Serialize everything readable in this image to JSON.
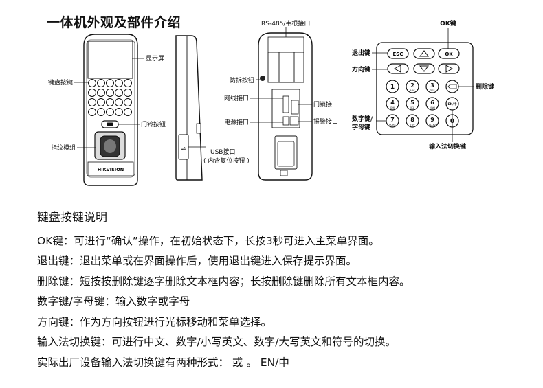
{
  "header": {
    "title": "一体机外观及部件介绍"
  },
  "labels": {
    "display": "显示屏",
    "keypad": "键盘按键",
    "doorbell": "门铃按钮",
    "fingerprint": "指纹模组",
    "brand": "HIKVISION",
    "usb_line1": "USB接口",
    "usb_line2": "( 内含复位按钮 )",
    "rs485": "RS-485/韦根接口",
    "tamper": "防拆按钮",
    "network": "网线接口",
    "power": "电源接口",
    "doorlock": "门锁接口",
    "alarm": "报警接口",
    "ok_key": "OK键",
    "exit_key": "退出键",
    "direction_key": "方向键",
    "delete_key": "删除键",
    "number_key_line1": "数字键/",
    "number_key_line2": "字母键",
    "ime_key": "输入法切换键"
  },
  "keypad": {
    "esc": "ESC",
    "ok": "OK",
    "keys": [
      {
        "num": "1",
        "sub": ""
      },
      {
        "num": "2",
        "sub": "ABC"
      },
      {
        "num": "3",
        "sub": "DEF"
      },
      {
        "num": "4",
        "sub": "GHI"
      },
      {
        "num": "5",
        "sub": "JKL"
      },
      {
        "num": "6",
        "sub": "MNO"
      },
      {
        "num": "7",
        "sub": "PQRS"
      },
      {
        "num": "8",
        "sub": "TUV"
      },
      {
        "num": "9",
        "sub": "WXYZ"
      },
      {
        "num": "0",
        "sub": ""
      }
    ],
    "ime": "EN/中"
  },
  "section": {
    "title": "键盘按键说明",
    "lines": [
      "OK键：可进行“确认”操作，在初始状态下，长按3秒可进入主菜单界面。",
      "退出键：退出菜单或在界面操作后，使用退出键进入保存提示界面。",
      "删除键：短按按删除键逐字删除文本框内容；长按删除键删除所有文本框内容。",
      "数字键/字母键：输入数字或字母",
      "方向键：作为方向按钮进行光标移动和菜单选择。",
      "输入法切换键：可进行中文、数字/小写英文、数字/大写英文和符号的切换。",
      "实际出厂设备输入法切换键有两种形式： 或 。 EN/中"
    ]
  }
}
